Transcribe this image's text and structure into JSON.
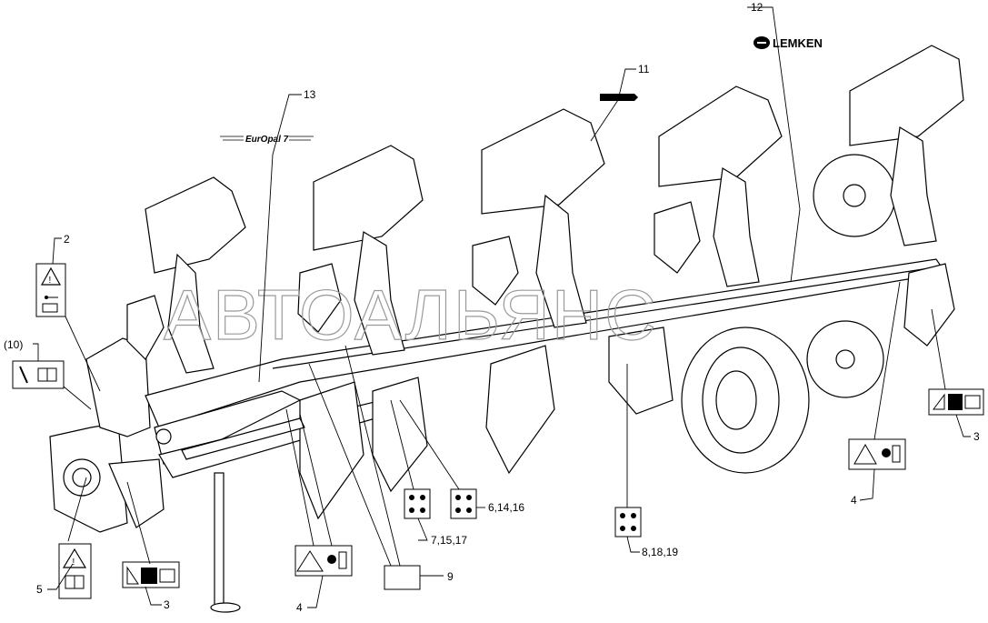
{
  "brand": {
    "name": "LEMKEN",
    "model": "EurOpal 7"
  },
  "watermark": "АВТОАЛЬЯНС",
  "callouts": {
    "c2": "2",
    "c10": "(10)",
    "c13": "13",
    "c11": "11",
    "c12": "12",
    "c5": "5",
    "c3a": "3",
    "c4a": "4",
    "c9": "9",
    "c7": "7,15,17",
    "c6": "6,14,16",
    "c8": "8,18,19",
    "c4b": "4",
    "c3b": "3"
  },
  "colors": {
    "line": "#000000",
    "fill_light": "#ffffff",
    "fill_dark": "#000000",
    "watermark": "#9a9a9a"
  }
}
